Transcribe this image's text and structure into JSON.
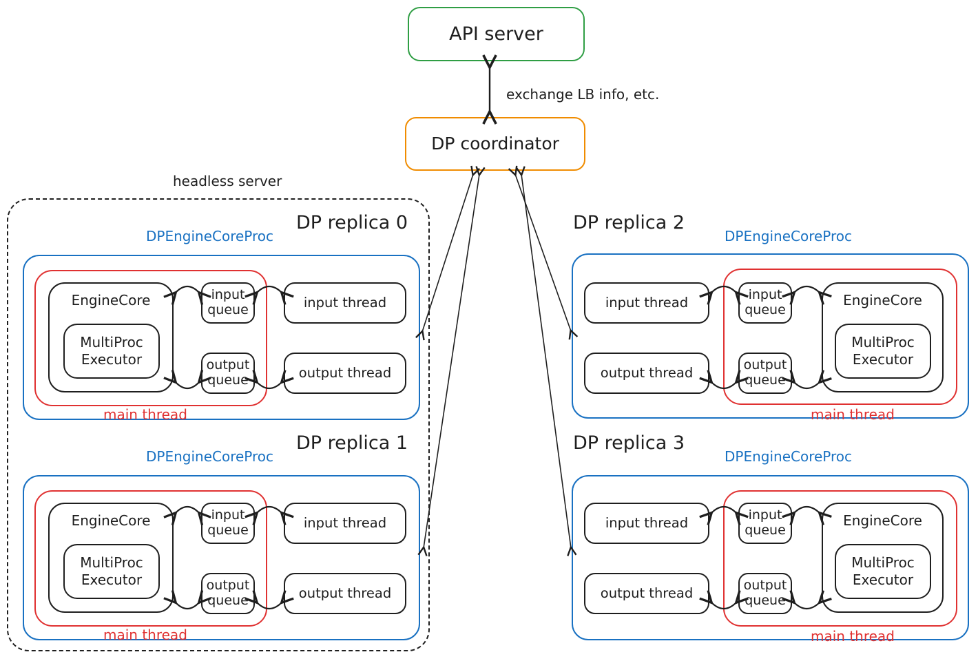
{
  "colors": {
    "api_server_border": "#2f9e44",
    "coordinator_border": "#f08c00",
    "proc_border": "#1971c2",
    "main_thread_border": "#e03131",
    "ink": "#1e1e1e",
    "background": "#ffffff"
  },
  "api_server": {
    "label": "API server"
  },
  "coordinator": {
    "label": "DP coordinator"
  },
  "api_coordinator_link_label": "exchange LB info, etc.",
  "headless_server": {
    "label": "headless server"
  },
  "replicas": [
    {
      "title": "DP replica 0",
      "proc_label": "DPEngineCoreProc",
      "engine_core": "EngineCore",
      "executor": "MultiProc Executor",
      "input_queue": "input queue",
      "output_queue": "output queue",
      "input_thread": "input thread",
      "output_thread": "output thread",
      "main_thread": "main thread"
    },
    {
      "title": "DP replica 1",
      "proc_label": "DPEngineCoreProc",
      "engine_core": "EngineCore",
      "executor": "MultiProc Executor",
      "input_queue": "input queue",
      "output_queue": "output queue",
      "input_thread": "input thread",
      "output_thread": "output thread",
      "main_thread": "main thread"
    },
    {
      "title": "DP replica 2",
      "proc_label": "DPEngineCoreProc",
      "engine_core": "EngineCore",
      "executor": "MultiProc Executor",
      "input_queue": "input queue",
      "output_queue": "output queue",
      "input_thread": "input thread",
      "output_thread": "output thread",
      "main_thread": "main thread"
    },
    {
      "title": "DP replica 3",
      "proc_label": "DPEngineCoreProc",
      "engine_core": "EngineCore",
      "executor": "MultiProc Executor",
      "input_queue": "input queue",
      "output_queue": "output queue",
      "input_thread": "input thread",
      "output_thread": "output thread",
      "main_thread": "main thread"
    }
  ]
}
